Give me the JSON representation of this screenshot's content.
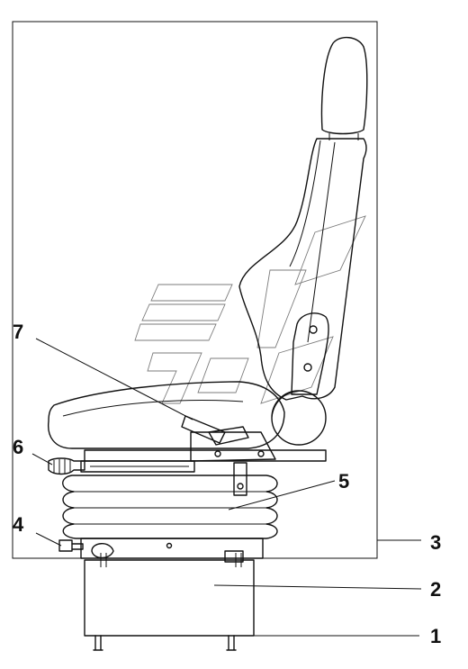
{
  "diagram": {
    "type": "exploded-parts-view",
    "callouts": [
      "1",
      "2",
      "3",
      "4",
      "5",
      "6",
      "7"
    ],
    "colors": {
      "line": "#111111",
      "background": "#ffffff"
    }
  }
}
